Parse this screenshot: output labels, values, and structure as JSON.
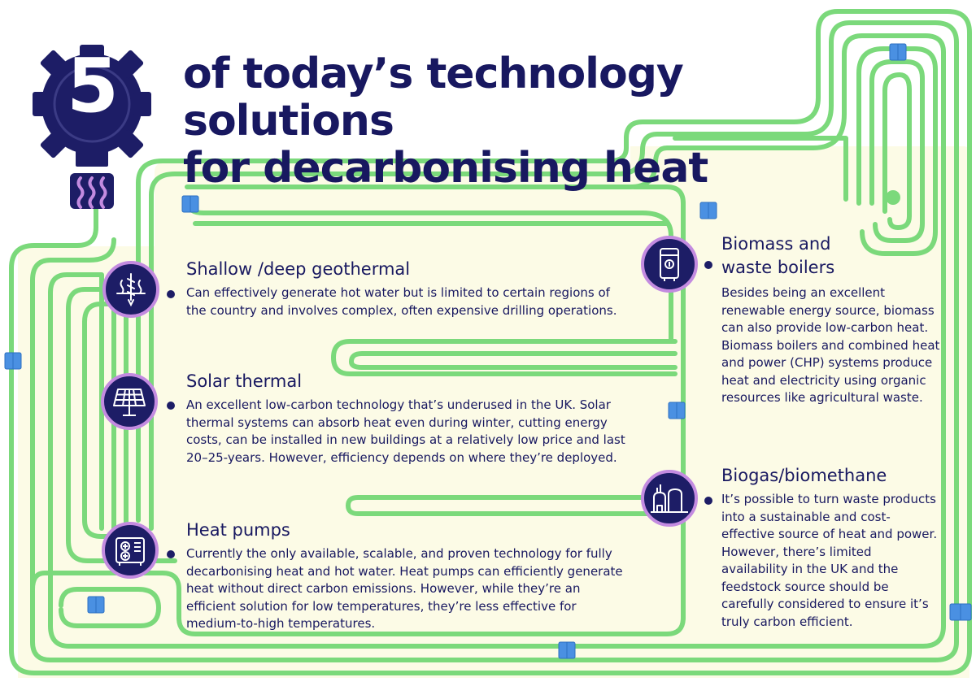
{
  "header": {
    "number": "5",
    "title_line1": "of today’s technology solutions",
    "title_line2": "for decarbonising heat"
  },
  "sections": [
    {
      "icon": "geothermal-drill-icon",
      "heading": "Shallow /deep geothermal",
      "body": "Can effectively generate hot water but is limited to certain regions of the country and involves complex, often expensive drilling operations."
    },
    {
      "icon": "solar-panel-icon",
      "heading": "Solar thermal",
      "body": "An excellent low-carbon technology that’s underused in the UK. Solar thermal systems can absorb heat even during winter, cutting energy costs, can be installed in new buildings at a relatively low price and last 20–25-years. However, efficiency depends on where they’re deployed."
    },
    {
      "icon": "heat-pump-icon",
      "heading": "Heat pumps",
      "body": "Currently the only available, scalable, and proven technology for fully decarbonising heat and hot water. Heat pumps can efficiently generate heat without direct carbon emissions. However, while they’re an efficient solution for low temperatures, they’re less effective for medium-to-high temperatures."
    },
    {
      "icon": "biomass-boiler-icon",
      "heading_line1": "Biomass and",
      "heading_line2": "waste boilers",
      "body": "Besides being an excellent renewable energy source, biomass can also provide low-carbon heat. Biomass boilers and combined heat and power (CHP) systems produce heat and electricity using organic resources like agricultural waste."
    },
    {
      "icon": "biogas-plant-icon",
      "heading": "Biogas/biomethane",
      "body": "It’s possible to turn waste products into a sustainable and cost-effective source of heat and power. However, there’s limited availability in the UK and the feedstock source should be carefully considered to ensure it’s truly carbon efficient."
    }
  ],
  "colors": {
    "navy": "#1d1d66",
    "pipe_green": "#7bd97b",
    "panel_cream": "#fcfbe6",
    "badge_ring": "#c38be0",
    "connector_blue": "#4a90e2"
  }
}
